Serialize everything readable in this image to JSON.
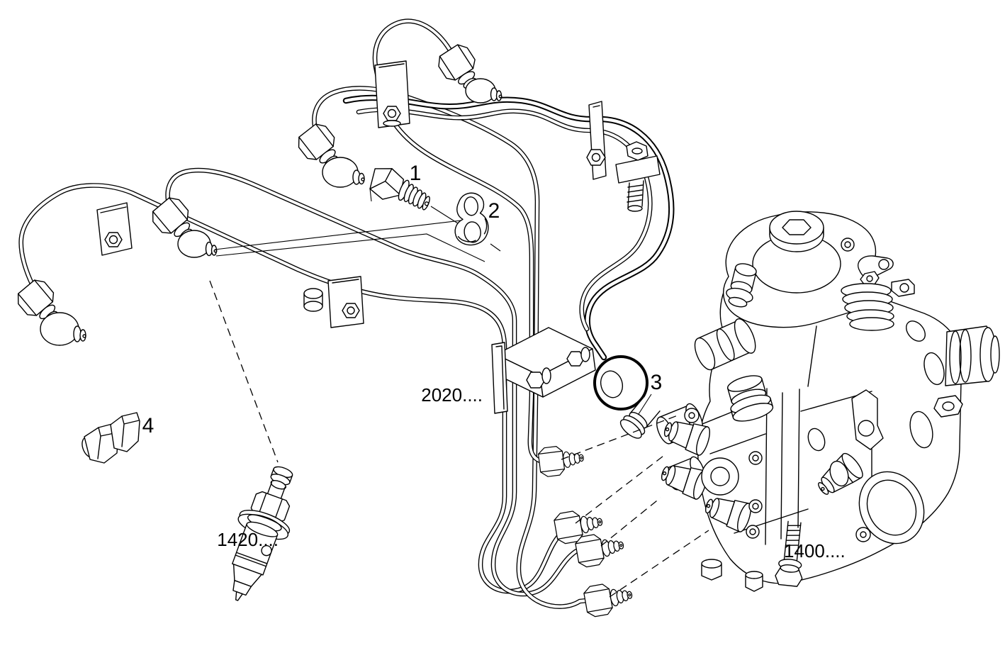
{
  "figure": {
    "background_color": "#ffffff",
    "line_color": "#000000",
    "text_color": "#000000"
  },
  "labels": {
    "callout_1": "1",
    "callout_2": "2",
    "callout_3": "3",
    "callout_4": "4",
    "part_number_pipe_group": "2020....",
    "part_number_injector": "1420....",
    "part_number_pump": "1400...."
  }
}
